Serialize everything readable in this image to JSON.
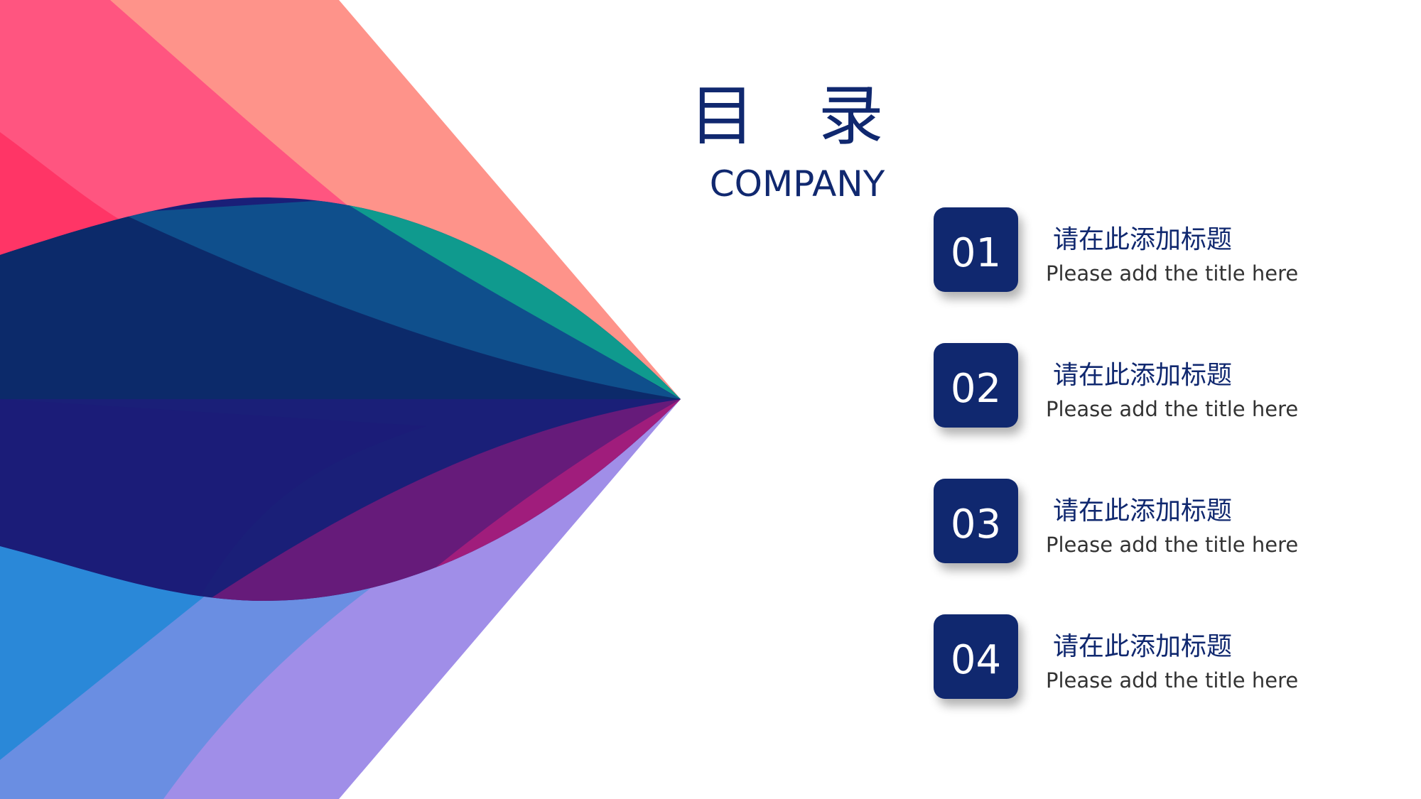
{
  "header": {
    "title": "目 录",
    "subtitle": "COMPANY"
  },
  "items": [
    {
      "number": "01",
      "title": "请在此添加标题",
      "subtitle": "Please add the title here"
    },
    {
      "number": "02",
      "title": "请在此添加标题",
      "subtitle": "Please add the title here"
    },
    {
      "number": "03",
      "title": "请在此添加标题",
      "subtitle": "Please add the title here"
    },
    {
      "number": "04",
      "title": "请在此添加标题",
      "subtitle": "Please add the title here"
    }
  ],
  "colors": {
    "accent": "#10286f"
  }
}
